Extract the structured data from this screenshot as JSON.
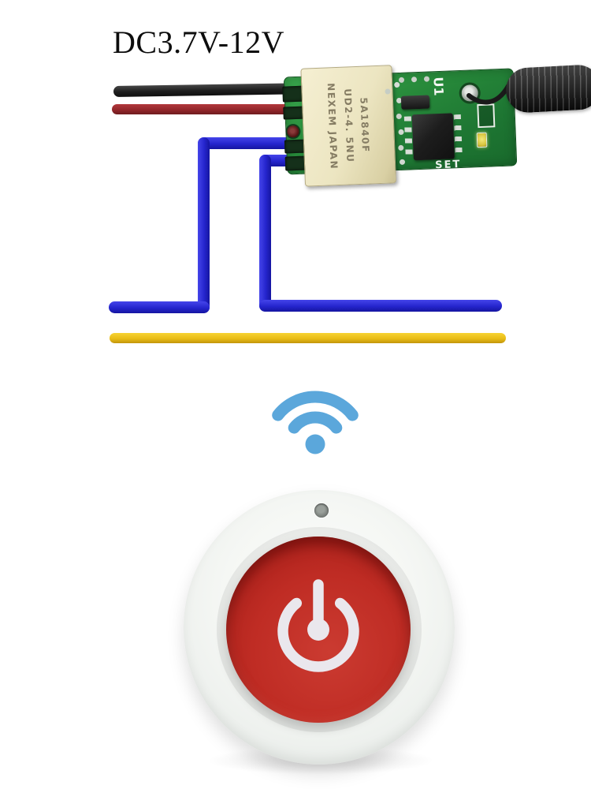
{
  "title": {
    "text": "DC3.7V-12V"
  },
  "receiver_module": {
    "relay_marking": {
      "line1": "5A1840F",
      "line2": "UD2-4. 5NU",
      "line3": "NEXEM JAPAN"
    },
    "board_designators": {
      "u1": "U1",
      "set": "SET"
    },
    "board_color": "#27893A",
    "relay_color": "#EDE6C4",
    "antenna_style": "black-spring-coil"
  },
  "wiring": {
    "wires": [
      {
        "name": "negative-input-wire",
        "color": "#262626"
      },
      {
        "name": "positive-input-wire",
        "color": "#9E2B2F"
      },
      {
        "name": "relay-switch-wire-a",
        "color": "#2B2BD9"
      },
      {
        "name": "relay-switch-wire-b",
        "color": "#2B2BD9"
      },
      {
        "name": "load-wire",
        "color": "#EFC41C"
      }
    ]
  },
  "wifi_indicator": {
    "color": "#5BA7DB",
    "arcs": 2,
    "style": "arcs-with-dot"
  },
  "remote": {
    "shape": "round",
    "body_color": "#F3F5F2",
    "button_color": "#BE2B24",
    "button_icon": "power-symbol",
    "icon_color": "#EAE7ED"
  }
}
